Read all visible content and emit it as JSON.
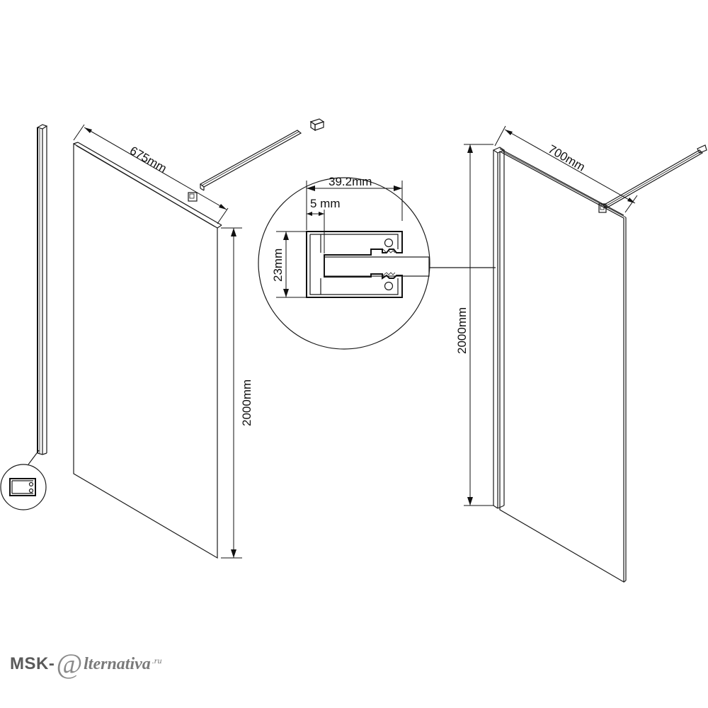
{
  "dimensions": {
    "left_panel_width": "675mm",
    "left_panel_height": "2000mm",
    "right_panel_width": "700mm",
    "right_panel_height": "2000mm",
    "profile_width": "39.2mm",
    "profile_gap": "5 mm",
    "profile_height": "23mm"
  },
  "logo": {
    "brand": "MSK-",
    "at_symbol": "@",
    "tail": "lternativa",
    "tld": ".ru"
  },
  "colors": {
    "line": "#1a1a1a",
    "logo_gray": "#5a5a5a"
  }
}
